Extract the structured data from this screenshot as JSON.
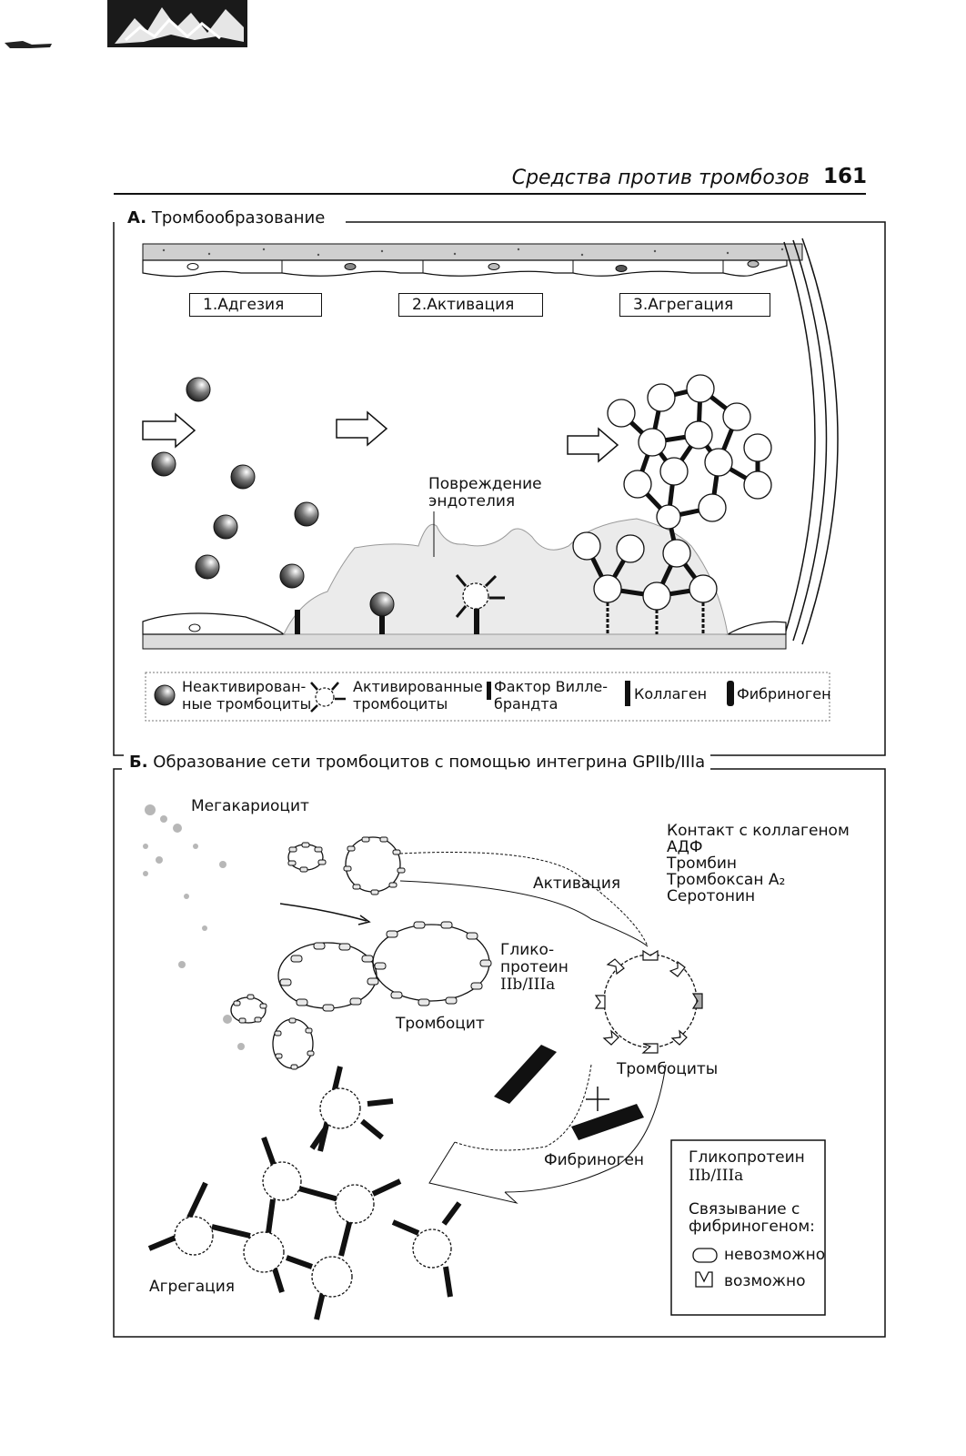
{
  "header": {
    "running_title": "Средства против тромбозов",
    "page_number": "161"
  },
  "panel_a": {
    "letter": "A.",
    "title": "Тромбообразование",
    "steps": [
      "1.Адгезия",
      "2.Активация",
      "3.Агрегация"
    ],
    "damage_label_line1": "Повреждение",
    "damage_label_line2": "эндотелия",
    "legend": {
      "inactive_line1": "Неактивирован-",
      "inactive_line2": "ные тромбоциты",
      "active_line1": "Активированные",
      "active_line2": "тромбоциты",
      "vwf_line1": "Фактор Вилле-",
      "vwf_line2": "брандта",
      "collagen": "Коллаген",
      "fibrinogen": "Фибриноген"
    }
  },
  "panel_b": {
    "letter": "Б.",
    "title": "Образование сети тромбоцитов с помощью интегрина GPIIb/IIIa",
    "megakaryocyte": "Мегакариоцит",
    "activators": [
      "Контакт с коллагеном",
      "АДФ",
      "Тромбин",
      "Тромбоксан А₂",
      "Серотонин"
    ],
    "activation": "Активация",
    "glyco_line1": "Глико-",
    "glyco_line2": "протеин",
    "glyco_line3": "IIb/IIIa",
    "thrombocyte": "Тромбоцит",
    "thrombocytes": "Тромбоциты",
    "fibrinogen": "Фибриноген",
    "plus": "+",
    "aggregation": "Агрегация",
    "key": {
      "title_line1": "Гликопротеин",
      "title_line2": "IIb/IIIa",
      "binding_line1": "Связывание с",
      "binding_line2": "фибриногеном:",
      "impossible": "невозможно",
      "possible": "возможно"
    }
  }
}
